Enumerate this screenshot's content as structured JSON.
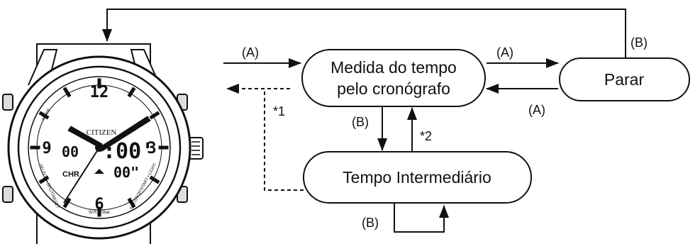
{
  "nodes": {
    "chronograph": {
      "line1": "Medida do tempo",
      "line2": "pelo cronógrafo"
    },
    "stop": {
      "label": "Parar"
    },
    "split": {
      "label": "Tempo Intermediário"
    }
  },
  "edge_labels": {
    "a_in": "(A)",
    "a_to_stop": "(A)",
    "a_from_stop": "(A)",
    "b_stop_top": "(B)",
    "b_down": "(B)",
    "b_loop": "(B)",
    "note1": "*1",
    "note2": "*2"
  },
  "watch": {
    "brand": "CITIZEN",
    "mode_label": "CHR",
    "crown_labels": [
      "MODE",
      "SELECT • SPLIT/RESET",
      "SET/STOP/START • LIGHT"
    ],
    "water_resist": "W.R. 10bar",
    "hour_markers": [
      "12",
      "3",
      "6",
      "9"
    ],
    "digital_main": ":00'",
    "digital_left": "00",
    "digital_seconds": "00\""
  }
}
